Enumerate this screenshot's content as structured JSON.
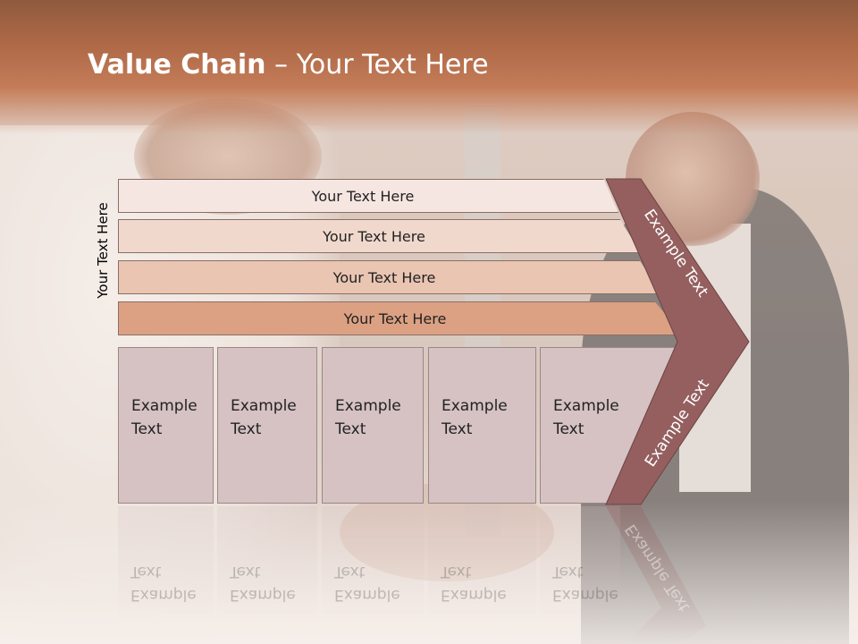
{
  "title": {
    "bold": "Value Chain",
    "rest": " – Your Text Here"
  },
  "side_label": "Your Text Here",
  "strips": [
    {
      "label": "Your Text Here",
      "fill": "#f6e6e1"
    },
    {
      "label": "Your Text Here",
      "fill": "#f0d8cc"
    },
    {
      "label": "Your Text Here",
      "fill": "#e9c5b2"
    },
    {
      "label": "Your Text Here",
      "fill": "#dca182"
    }
  ],
  "cards": [
    {
      "line1": "Example",
      "line2": "Text"
    },
    {
      "line1": "Example",
      "line2": "Text"
    },
    {
      "line1": "Example",
      "line2": "Text"
    },
    {
      "line1": "Example",
      "line2": "Text"
    },
    {
      "line1": "Example",
      "line2": "Text"
    }
  ],
  "chevron": {
    "top_label": "Example Text",
    "bottom_label": "Example Text",
    "fill": "#955f5f"
  }
}
